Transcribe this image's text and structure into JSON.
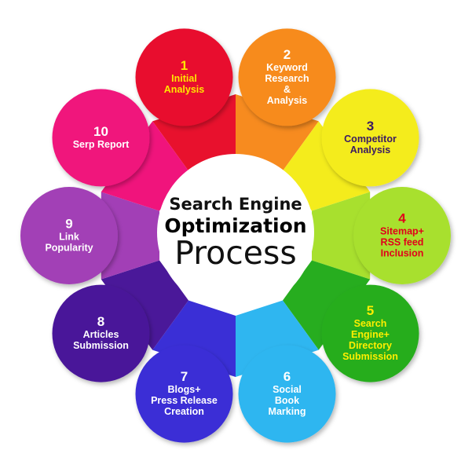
{
  "center": {
    "line1": "Search Engine",
    "line2": "Optimization",
    "line3": "Process"
  },
  "steps": [
    {
      "number": "1",
      "lines": [
        "Initial",
        "Analysis"
      ],
      "color": "#e8112d",
      "text_color": "#ffe600"
    },
    {
      "number": "2",
      "lines": [
        "Keyword",
        "Research",
        "&",
        "Analysis"
      ],
      "color": "#f78b1f",
      "text_color": "#ffffff"
    },
    {
      "number": "3",
      "lines": [
        "Competitor",
        "Analysis"
      ],
      "color": "#f4ec1c",
      "text_color": "#3a1a63"
    },
    {
      "number": "4",
      "lines": [
        "Sitemap+",
        "RSS feed",
        "Inclusion"
      ],
      "color": "#a8e02e",
      "text_color": "#e1001a"
    },
    {
      "number": "5",
      "lines": [
        "Search",
        "Engine+",
        "Directory",
        "Submission"
      ],
      "color": "#27ad1f",
      "text_color": "#ffee00"
    },
    {
      "number": "6",
      "lines": [
        "Social",
        "Book",
        "Marking"
      ],
      "color": "#2fb6f0",
      "text_color": "#ffffff"
    },
    {
      "number": "7",
      "lines": [
        "Blogs+",
        "Press Release",
        "Creation"
      ],
      "color": "#3a2fd6",
      "text_color": "#ffffff"
    },
    {
      "number": "8",
      "lines": [
        "Articles",
        "Submission"
      ],
      "color": "#4a1899",
      "text_color": "#ffffff"
    },
    {
      "number": "9",
      "lines": [
        "Link",
        "Popularity"
      ],
      "color": "#a23fb6",
      "text_color": "#ffffff"
    },
    {
      "number": "10",
      "lines": [
        "Serp Report"
      ],
      "color": "#f0147c",
      "text_color": "#ffffff"
    }
  ]
}
